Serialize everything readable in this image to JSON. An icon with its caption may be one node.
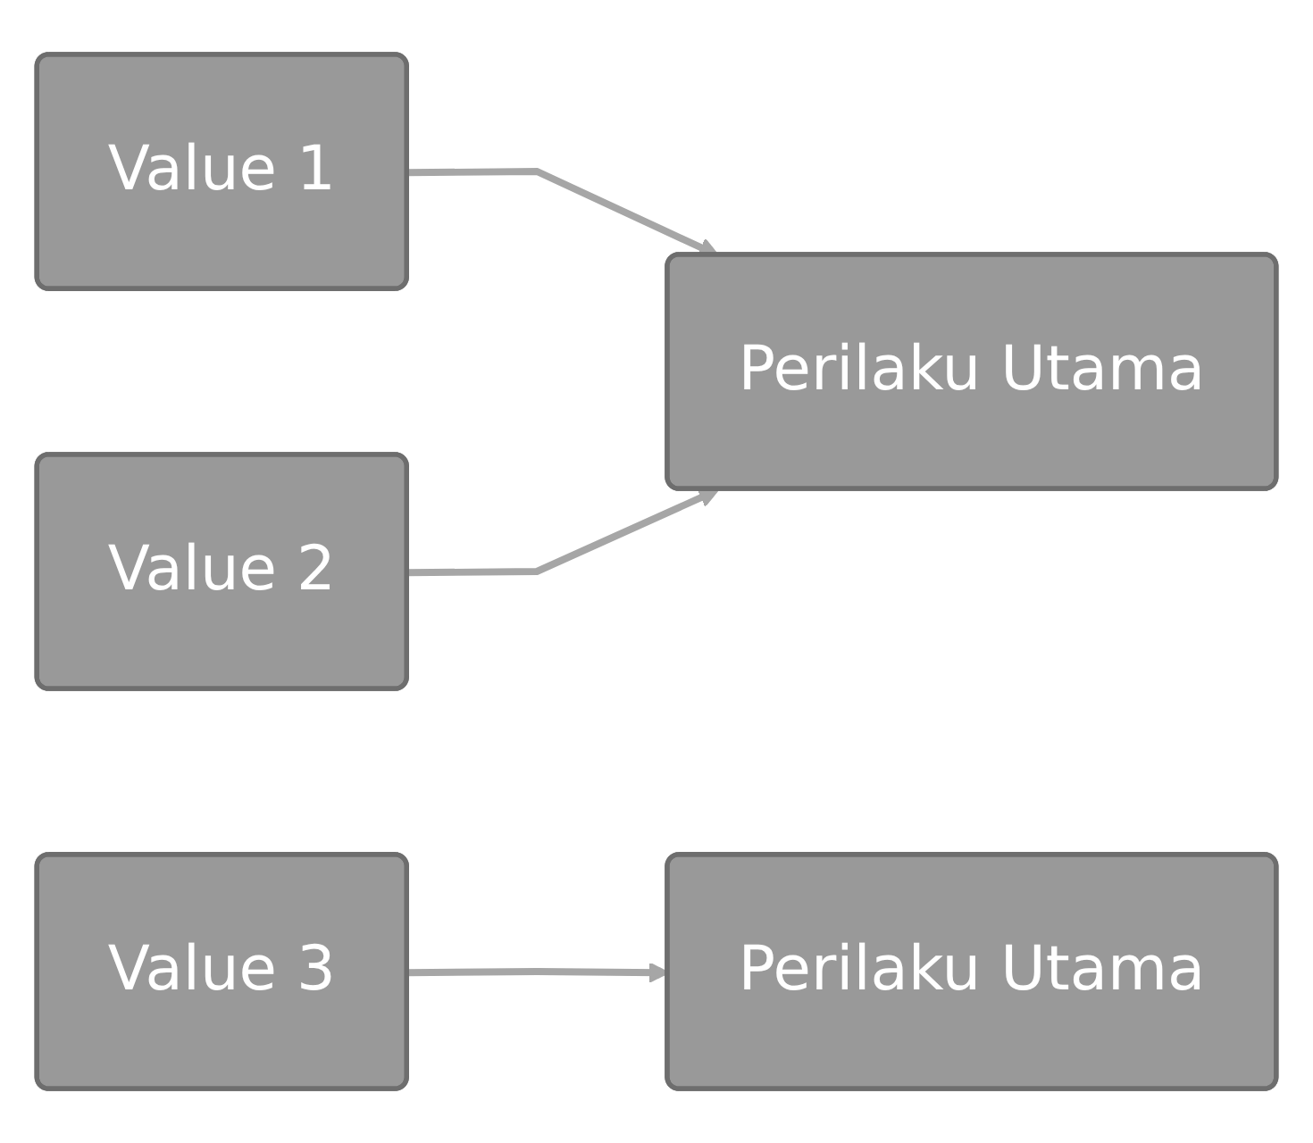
{
  "diagram": {
    "nodes": [
      {
        "text": [
          "Value 1"
        ]
      },
      {
        "text": [
          "Perilaku Utama"
        ]
      },
      {
        "text": [
          "Value 2"
        ]
      },
      {
        "text": [
          "Value 3"
        ]
      },
      {
        "text": [
          "Perilaku Utama"
        ]
      }
    ],
    "edges": [
      {
        "from": 0,
        "to": 1,
        "arrow": "to"
      },
      {
        "from": 2,
        "to": 1,
        "arrow": "to"
      },
      {
        "from": 3,
        "to": 4,
        "arrow": "to"
      }
    ]
  }
}
